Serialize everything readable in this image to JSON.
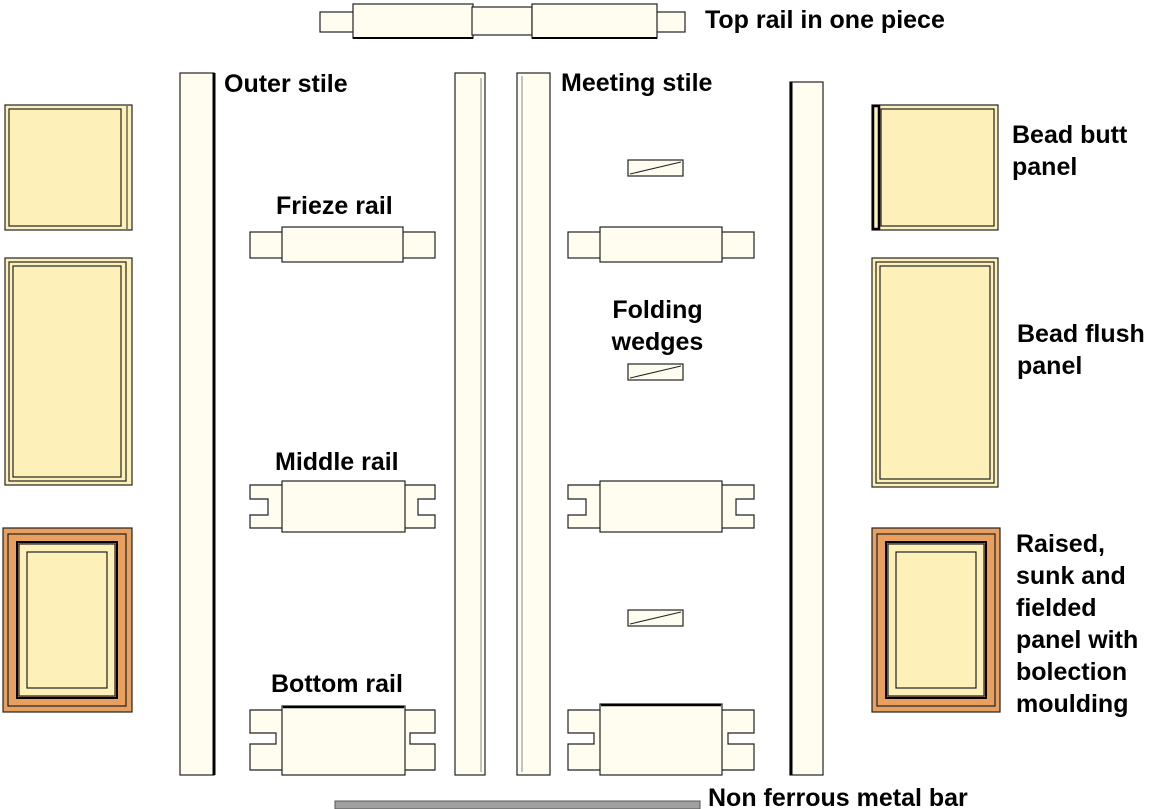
{
  "labels": {
    "top_rail": "Top rail in one piece",
    "outer_stile": "Outer stile",
    "meeting_stile": "Meeting stile",
    "frieze_rail": "Frieze rail",
    "folding_wedges_1": "Folding",
    "folding_wedges_2": "wedges",
    "middle_rail": "Middle rail",
    "bottom_rail": "Bottom rail",
    "bead_butt_1": "Bead butt",
    "bead_butt_2": "panel",
    "bead_flush_1": "Bead flush",
    "bead_flush_2": "panel",
    "raised_1": "Raised,",
    "raised_2": "sunk and",
    "raised_3": "fielded",
    "raised_4": "panel with",
    "raised_5": "bolection",
    "raised_6": "moulding",
    "metal_bar": "Non ferrous metal bar"
  },
  "colors": {
    "timber": "#fffdf0",
    "panel": "#fdf0b8",
    "moulding": "#e8a060",
    "metal": "#a0a0a0"
  }
}
